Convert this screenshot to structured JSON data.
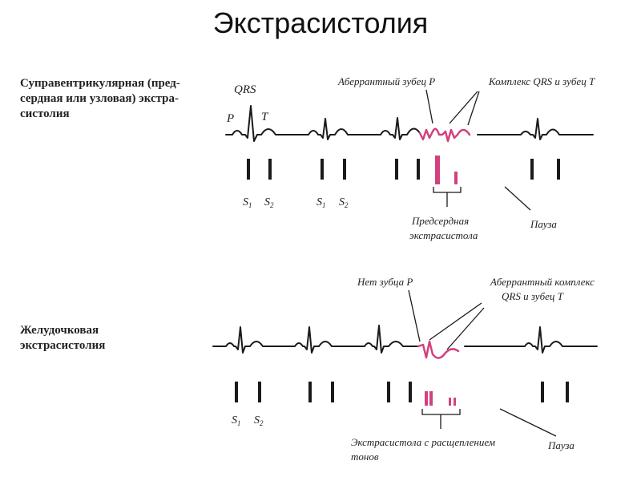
{
  "title": "Экстрасистолия",
  "colors": {
    "ink": "#1a1a1a",
    "accent": "#d2417e"
  },
  "supra": {
    "label_part1": "Суправентрикулярная (",
    "label_italic": "пред-сердная или узловая",
    "label_part2": ") экстра-систолия",
    "label_lines": [
      "Суправентрикулярная (пред-",
      "сердная или узловая) экстра-",
      "систолия"
    ],
    "wave_labels": {
      "qrs": "QRS",
      "p": "P",
      "t": "T"
    },
    "ann_aberrant_p": "Аберрантный зубец P",
    "ann_complex": "Комплекс QRS и зубец T",
    "ann_extrasystole_line1": "Предсердная",
    "ann_extrasystole_line2": "экстрасистола",
    "ann_pause": "Пауза",
    "sound_labels": [
      {
        "s": "S",
        "n": "1"
      },
      {
        "s": "S",
        "n": "2"
      },
      {
        "s": "S",
        "n": "1"
      },
      {
        "s": "S",
        "n": "2"
      }
    ]
  },
  "vent": {
    "label_lines": [
      "Желудочковая",
      "экстрасистолия"
    ],
    "ann_no_p": "Нет зубца P",
    "ann_aberrant_line1": "Аберрантный комплекс",
    "ann_aberrant_line2": "QRS и зубец T",
    "ann_extrasystole_line1": "Экстрасистола с расщеплением",
    "ann_extrasystole_line2": "тонов",
    "ann_pause": "Пауза",
    "sound_labels": [
      {
        "s": "S",
        "n": "1"
      },
      {
        "s": "S",
        "n": "2"
      }
    ]
  }
}
